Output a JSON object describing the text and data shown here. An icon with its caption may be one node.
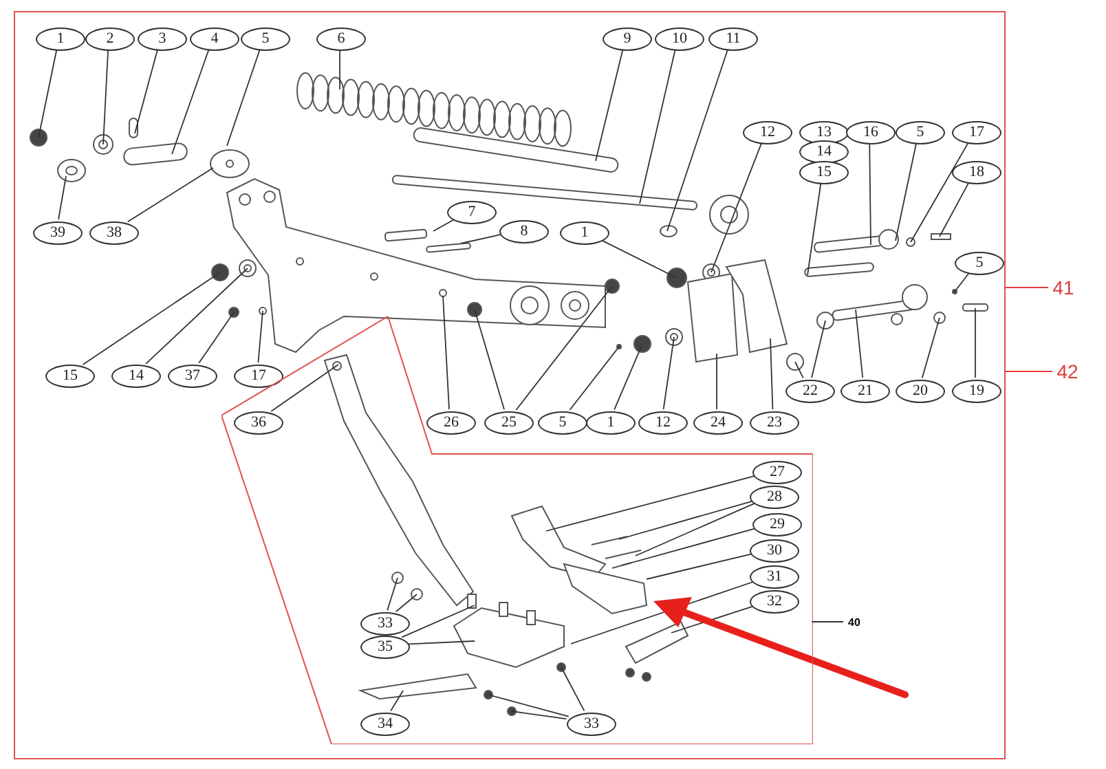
{
  "diagram": {
    "nodes": [
      {
        "text": [],
        "shape": "box"
      },
      {
        "text": [
          "1"
        ],
        "in": 0
      },
      {
        "text": [
          "2"
        ],
        "in": 0
      },
      {
        "text": [
          "3"
        ],
        "in": 0
      },
      {
        "text": [
          "4"
        ],
        "in": 0
      },
      {
        "text": [
          "5"
        ],
        "in": 0
      },
      {
        "text": [
          "6"
        ],
        "in": 0
      },
      {
        "text": [
          "9"
        ],
        "in": 0
      },
      {
        "text": [
          "10"
        ],
        "in": 0
      },
      {
        "text": [
          "11"
        ],
        "in": 0
      },
      {
        "text": [
          "12"
        ],
        "in": 0
      },
      {
        "text": [
          "13"
        ],
        "in": 0
      },
      {
        "text": [
          "16"
        ],
        "in": 0
      },
      {
        "text": [
          "5"
        ],
        "in": 0
      },
      {
        "text": [
          "17"
        ],
        "in": 0
      },
      {
        "text": [
          "14"
        ],
        "in": 0
      },
      {
        "text": [
          "15"
        ],
        "in": 0
      },
      {
        "text": [
          "39"
        ],
        "in": 0
      },
      {
        "text": [
          "38"
        ],
        "in": 0
      },
      {
        "text": [
          "18"
        ],
        "in": 0
      },
      {
        "text": [
          "7"
        ],
        "in": 0
      },
      {
        "text": [
          "8"
        ],
        "in": 0
      },
      {
        "text": [
          "1"
        ],
        "in": 0
      },
      {
        "text": [
          "5"
        ],
        "in": 0
      },
      {
        "text": [
          "41"
        ]
      },
      {
        "text": [
          "15"
        ],
        "in": 0
      },
      {
        "text": [
          "14"
        ],
        "in": 0
      },
      {
        "text": [
          "37"
        ],
        "in": 0
      },
      {
        "text": [
          "17"
        ],
        "in": 0
      },
      {
        "text": [
          "42"
        ]
      },
      {
        "text": [
          "22"
        ],
        "in": 0
      },
      {
        "text": [
          "21"
        ],
        "in": 0
      },
      {
        "text": [
          "20"
        ],
        "in": 0
      },
      {
        "text": [
          "19"
        ],
        "in": 0
      },
      {
        "text": [],
        "shape": "box",
        "in": 0
      },
      {
        "text": [
          "36"
        ],
        "in": 34
      },
      {
        "text": [
          "26"
        ],
        "in": 0
      },
      {
        "text": [
          "25"
        ],
        "in": 0
      },
      {
        "text": [
          "5"
        ],
        "in": 0
      },
      {
        "text": [
          "1"
        ],
        "in": 0
      },
      {
        "text": [
          "12"
        ],
        "in": 0
      },
      {
        "text": [
          "24"
        ],
        "in": 0
      },
      {
        "text": [
          "23"
        ],
        "in": 0
      },
      {
        "text": [
          "27"
        ],
        "in": 34
      },
      {
        "text": [
          "28"
        ],
        "in": 34
      },
      {
        "text": [
          "29"
        ],
        "in": 34
      },
      {
        "text": [
          "30"
        ],
        "in": 34
      },
      {
        "text": [
          "31"
        ],
        "in": 34
      },
      {
        "text": [
          "32"
        ],
        "in": 34
      },
      {
        "text": [
          "40"
        ],
        "in": 0
      },
      {
        "text": [
          "33"
        ],
        "in": 34
      },
      {
        "text": [
          "35"
        ],
        "in": 34
      },
      {
        "text": [
          "34"
        ],
        "in": 34
      },
      {
        "text": [
          "33"
        ],
        "in": 34
      }
    ],
    "edges": [
      {
        "from": 1,
        "to": null,
        "arrow": "none"
      },
      {
        "from": 2,
        "to": null,
        "arrow": "none"
      },
      {
        "from": 3,
        "to": null,
        "arrow": "none"
      },
      {
        "from": 4,
        "to": null,
        "arrow": "none"
      },
      {
        "from": 5,
        "to": null,
        "arrow": "none"
      },
      {
        "from": 6,
        "to": null,
        "arrow": "none"
      },
      {
        "from": 7,
        "to": null,
        "arrow": "none"
      },
      {
        "from": 8,
        "to": null,
        "arrow": "none"
      },
      {
        "from": 9,
        "to": null,
        "arrow": "none"
      },
      {
        "from": 10,
        "to": null,
        "arrow": "none"
      },
      {
        "from": 12,
        "to": null,
        "arrow": "none"
      },
      {
        "from": 13,
        "to": null,
        "arrow": "none"
      },
      {
        "from": 14,
        "to": null,
        "arrow": "none"
      },
      {
        "from": 16,
        "to": null,
        "arrow": "none"
      },
      {
        "from": 17,
        "to": null,
        "arrow": "none"
      },
      {
        "from": 18,
        "to": null,
        "arrow": "none"
      },
      {
        "from": 19,
        "to": null,
        "arrow": "none"
      },
      {
        "from": 20,
        "to": null,
        "arrow": "none"
      },
      {
        "from": 21,
        "to": null,
        "arrow": "none"
      },
      {
        "from": 22,
        "to": null,
        "arrow": "none"
      },
      {
        "from": 23,
        "to": null,
        "arrow": "none"
      },
      {
        "from": 24,
        "to": 0,
        "arrow": "none",
        "color": "#e03c3c"
      },
      {
        "from": 25,
        "to": null,
        "arrow": "none"
      },
      {
        "from": 26,
        "to": null,
        "arrow": "none"
      },
      {
        "from": 27,
        "to": null,
        "arrow": "none"
      },
      {
        "from": 28,
        "to": null,
        "arrow": "none"
      },
      {
        "from": 29,
        "to": 0,
        "arrow": "none",
        "color": "#e03c3c"
      },
      {
        "from": 30,
        "to": null,
        "arrow": "none"
      },
      {
        "from": 30,
        "to": null,
        "arrow": "none"
      },
      {
        "from": 31,
        "to": null,
        "arrow": "none"
      },
      {
        "from": 32,
        "to": null,
        "arrow": "none"
      },
      {
        "from": 33,
        "to": null,
        "arrow": "none"
      },
      {
        "from": 35,
        "to": null,
        "arrow": "none"
      },
      {
        "from": 36,
        "to": null,
        "arrow": "none"
      },
      {
        "from": 37,
        "to": null,
        "arrow": "none"
      },
      {
        "from": 37,
        "to": null,
        "arrow": "none"
      },
      {
        "from": 38,
        "to": null,
        "arrow": "none"
      },
      {
        "from": 39,
        "to": null,
        "arrow": "none"
      },
      {
        "from": 40,
        "to": null,
        "arrow": "none"
      },
      {
        "from": 41,
        "to": null,
        "arrow": "none"
      },
      {
        "from": 42,
        "to": null,
        "arrow": "none"
      },
      {
        "from": 43,
        "to": null,
        "arrow": "none"
      },
      {
        "from": 44,
        "to": null,
        "arrow": "none"
      },
      {
        "from": 44,
        "to": null,
        "arrow": "none"
      },
      {
        "from": 45,
        "to": null,
        "arrow": "none"
      },
      {
        "from": 46,
        "to": null,
        "arrow": "none"
      },
      {
        "from": 47,
        "to": null,
        "arrow": "none"
      },
      {
        "from": 48,
        "to": null,
        "arrow": "none"
      },
      {
        "from": 49,
        "to": 34,
        "arrow": "none"
      },
      {
        "from": 50,
        "to": null,
        "arrow": "none"
      },
      {
        "from": 50,
        "to": null,
        "arrow": "none"
      },
      {
        "from": 51,
        "to": null,
        "arrow": "none"
      },
      {
        "from": 51,
        "to": null,
        "arrow": "none"
      },
      {
        "from": 52,
        "to": null,
        "arrow": "none"
      },
      {
        "from": 53,
        "to": null,
        "arrow": "none"
      },
      {
        "from": 53,
        "to": null,
        "arrow": "none"
      },
      {
        "from": 53,
        "to": null,
        "arrow": "none"
      }
    ]
  }
}
